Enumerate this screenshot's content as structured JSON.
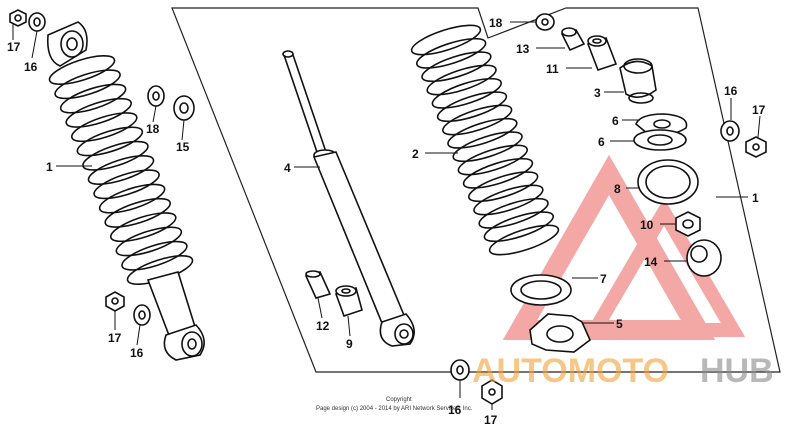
{
  "diagram": {
    "callouts": {
      "c17_tl": "17",
      "c16_tl": "16",
      "c1_left": "1",
      "c18_l": "18",
      "c15": "15",
      "c17_bl": "17",
      "c16_bl": "16",
      "c4": "4",
      "c12": "12",
      "c9": "9",
      "c2": "2",
      "c18_top": "18",
      "c13": "13",
      "c11": "11",
      "c3": "3",
      "c6a": "6",
      "c6b": "6",
      "c8": "8",
      "c10": "10",
      "c14": "14",
      "c7": "7",
      "c5": "5",
      "c16_r": "16",
      "c17_r": "17",
      "c1_right": "1",
      "c16_bot": "16",
      "c17_bot": "17"
    },
    "copyright_title": "Copyright",
    "copyright_line": "Page design (c) 2004 - 2014 by ARI Network Services, Inc.",
    "watermark": {
      "brand_part1": "AUTOMOTO",
      "brand_part2": "HUB",
      "color_red": "#e8413a",
      "color_orange": "#f2a23a",
      "color_gray": "#8a8a8a"
    }
  }
}
